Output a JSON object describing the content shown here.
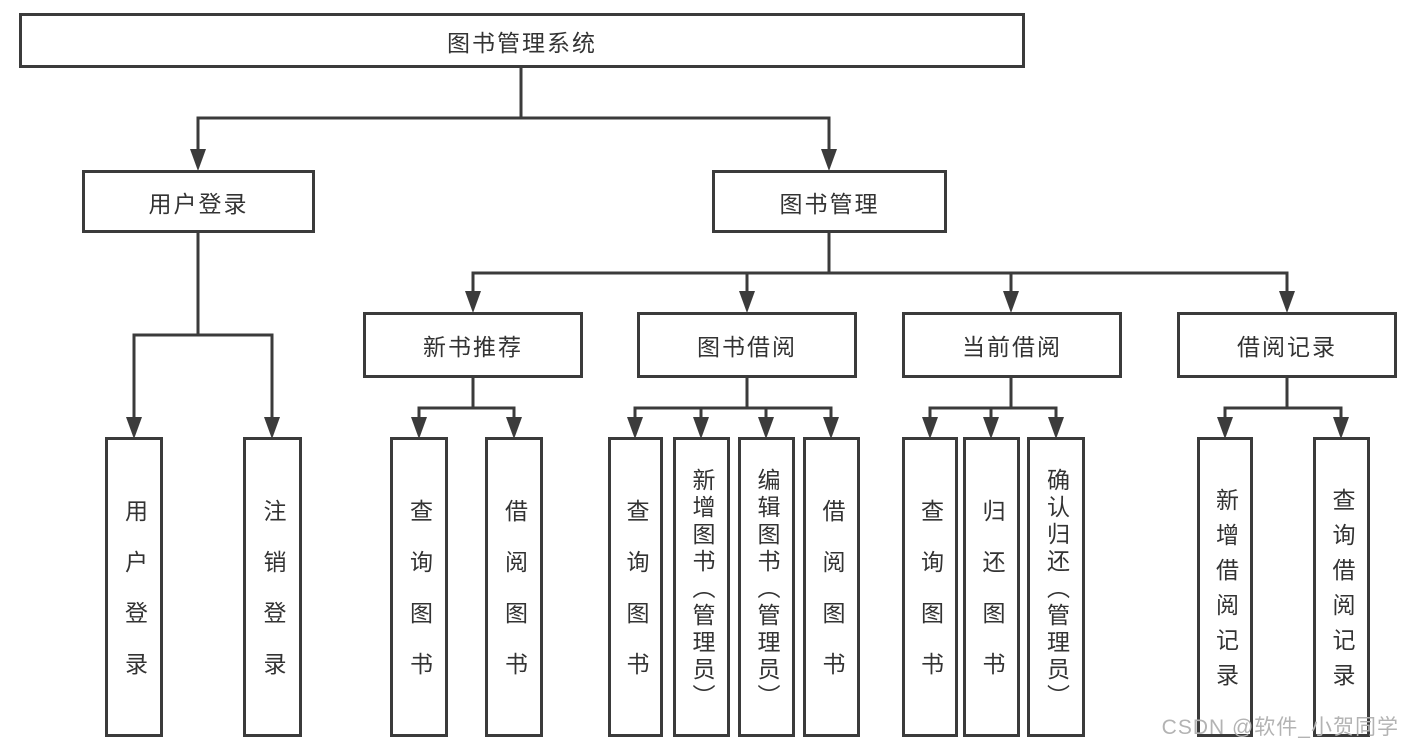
{
  "colors": {
    "line": "#3b3b3b",
    "text": "#333333",
    "watermark": "#b3b3b3"
  },
  "watermark": "CSDN @软件_小贺同学",
  "tree": {
    "label": "图书管理系统",
    "children": [
      {
        "label": "用户登录",
        "children": [
          {
            "label": "用户登录"
          },
          {
            "label": "注销登录"
          }
        ]
      },
      {
        "label": "图书管理",
        "children": [
          {
            "label": "新书推荐",
            "children": [
              {
                "label": "查询图书"
              },
              {
                "label": "借阅图书"
              }
            ]
          },
          {
            "label": "图书借阅",
            "children": [
              {
                "label": "查询图书"
              },
              {
                "label": "新增图书（管理员）"
              },
              {
                "label": "编辑图书（管理员）"
              },
              {
                "label": "借阅图书"
              }
            ]
          },
          {
            "label": "当前借阅",
            "children": [
              {
                "label": "查询图书"
              },
              {
                "label": "归还图书"
              },
              {
                "label": "确认归还（管理员）"
              }
            ]
          },
          {
            "label": "借阅记录",
            "children": [
              {
                "label": "新增借阅记录"
              },
              {
                "label": "查询借阅记录"
              }
            ]
          }
        ]
      }
    ]
  }
}
